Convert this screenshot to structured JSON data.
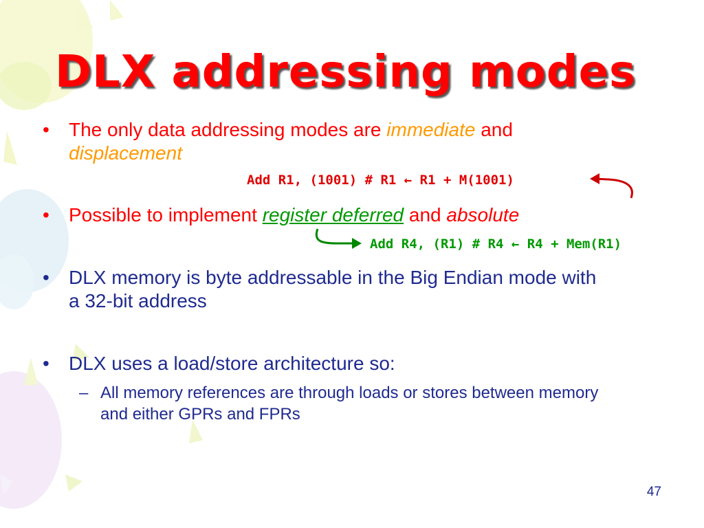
{
  "title": "DLX addressing modes",
  "bullets": {
    "b1": {
      "marker": "•",
      "text_a": "The only data addressing modes are ",
      "term1": "immediate",
      "text_b": " and",
      "term2": "displacement"
    },
    "code1": "Add R1, (1001) # R1 ← R1 + M(1001)",
    "b2": {
      "marker": "•",
      "text_a": "Possible to implement ",
      "term1": "register deferred",
      "text_b": " and ",
      "term2": "absolute"
    },
    "code2": "Add R4, (R1)  # R4 ← R4 + Mem(R1)",
    "b3": {
      "marker": "•",
      "text": "DLX memory is byte addressable in the Big Endian mode with a  32-bit address"
    },
    "b4": {
      "marker": "•",
      "text": "DLX uses a load/store architecture so:"
    },
    "sub1": {
      "marker": "–",
      "text": "All memory references are through loads or stores between memory and either GPRs and FPRs"
    }
  },
  "page_number": "47",
  "colors": {
    "title": "#ff0000",
    "bullet_red": "#ff0000",
    "bullet_navy": "#1f2a8f",
    "accent_orange": "#ff9900",
    "accent_green": "#009900"
  }
}
